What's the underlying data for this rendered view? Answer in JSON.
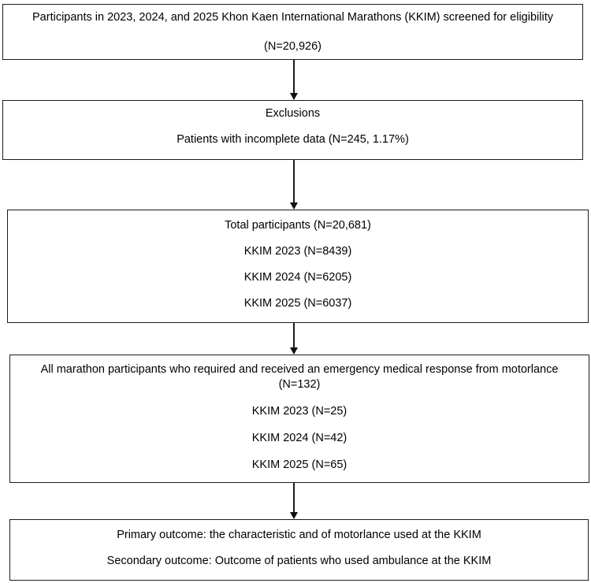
{
  "diagram": {
    "type": "flowchart",
    "background_color": "#ffffff",
    "border_color": "#1c1c1c",
    "text_color": "#000000",
    "boxes": [
      {
        "name": "screened",
        "lines": [
          "Participants in 2023, 2024, and 2025 Khon Kaen International Marathons (KKIM) screened for eligibility",
          "(N=20,926)"
        ]
      },
      {
        "name": "exclusions",
        "lines": [
          "Exclusions",
          "Patients with incomplete data (N=245, 1.17%)"
        ]
      },
      {
        "name": "total-participants",
        "lines": [
          "Total participants (N=20,681)",
          "KKIM 2023 (N=8439)",
          "KKIM 2024 (N=6205)",
          "KKIM 2025 (N=6037)"
        ]
      },
      {
        "name": "motorlance-response",
        "lines": [
          "All marathon participants who required and received an emergency medical response from motorlance",
          "(N=132)",
          "KKIM 2023 (N=25)",
          "KKIM 2024 (N=42)",
          "KKIM 2025 (N=65)"
        ]
      },
      {
        "name": "outcomes",
        "lines": [
          "Primary outcome: the characteristic and of motorlance used at the KKIM",
          "Secondary outcome: Outcome of patients who used ambulance at the KKIM"
        ]
      }
    ],
    "connectors": [
      {
        "name": "arrow-screened-to-exclusions",
        "direction": "down"
      },
      {
        "name": "arrow-exclusions-to-total",
        "direction": "down"
      },
      {
        "name": "arrow-total-to-motorlance",
        "direction": "down"
      },
      {
        "name": "arrow-motorlance-to-outcomes",
        "direction": "down"
      }
    ]
  }
}
